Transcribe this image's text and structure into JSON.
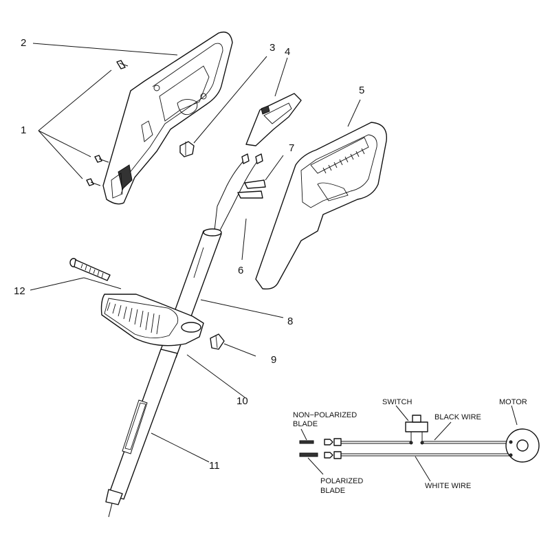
{
  "callouts": {
    "c1": "1",
    "c2": "2",
    "c3": "3",
    "c4": "4",
    "c5": "5",
    "c6": "6",
    "c7": "7",
    "c8": "8",
    "c9": "9",
    "c10": "10",
    "c11": "11",
    "c12": "12"
  },
  "wiring": {
    "switch": "SWITCH",
    "motor": "MOTOR",
    "black_wire": "BLACK WIRE",
    "white_wire": "WHITE WIRE",
    "non_polarized_line1": "NON−POLARIZED",
    "non_polarized_line2": "BLADE",
    "polarized_line1": "POLARIZED",
    "polarized_line2": "BLADE"
  }
}
